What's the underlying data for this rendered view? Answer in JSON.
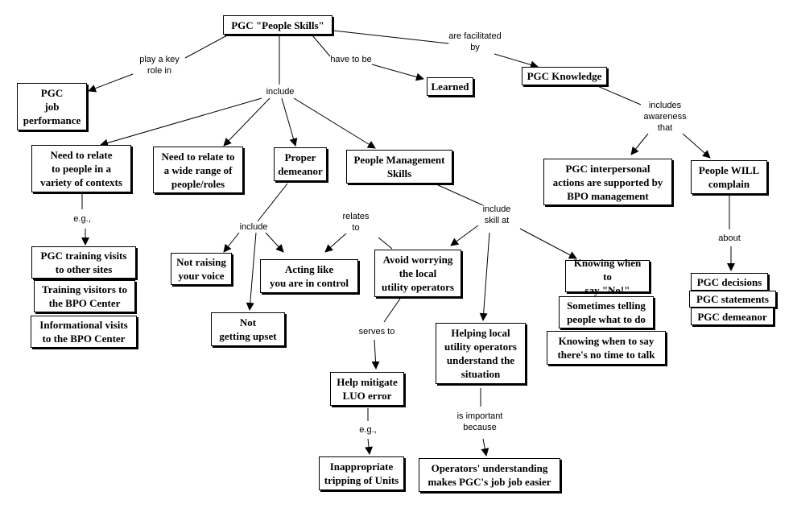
{
  "nodes": {
    "people_skills": "PGC \"People Skills\"",
    "job_performance": "PGC\njob\nperformance",
    "learned": "Learned",
    "pgc_knowledge": "PGC Knowledge",
    "relate_contexts": "Need to relate\nto people in a\nvariety of contexts",
    "relate_roles": "Need to relate to\na wide range of\npeople/roles",
    "proper_demeanor": "Proper\ndemeanor",
    "people_mgmt": "People Management\nSkills",
    "interpersonal_supported": "PGC interpersonal\nactions are supported by\nBPO management",
    "will_complain": "People WILL\ncomplain",
    "training_other_sites": "PGC training visits\nto other sites",
    "training_visitors": "Training visitors to\nthe BPO Center",
    "informational_visits": "Informational visits\nto the BPO Center",
    "not_raising_voice": "Not raising\nyour voice",
    "not_upset": "Not\ngetting upset",
    "acting_control": "Acting like\nyou are in control",
    "avoid_worrying": "Avoid worrying\nthe local\nutility operators",
    "knowing_no": "Knowing when to\nsay \"No!\"",
    "sometimes_telling": "Sometimes telling\npeople what to do",
    "no_time_talk": "Knowing when to say\nthere's no time to talk",
    "helping_understand": "Helping local\nutility operators\nunderstand the\nsituation",
    "mitigate_luo": "Help mitigate\nLUO error",
    "inappropriate_tripping": "Inappropriate\ntripping of Units",
    "operators_understanding": "Operators' understanding\nmakes PGC's job job easier",
    "pgc_decisions": "PGC decisions",
    "pgc_statements": "PGC statements",
    "pgc_demeanor": "PGC demeanor"
  },
  "links": {
    "play_key_role": "play a key\nrole in",
    "have_to_be": "have to be",
    "facilitated_by": "are facilitated\nby",
    "include1": "include",
    "includes_awareness": "includes\nawareness\nthat",
    "eg1": "e.g.,",
    "include2": "include",
    "relates_to": "relates\nto",
    "include_skill": "include\nskill at",
    "serves_to": "serves to",
    "eg2": "e.g.,",
    "important_because": "is important\nbecause",
    "about": "about"
  }
}
